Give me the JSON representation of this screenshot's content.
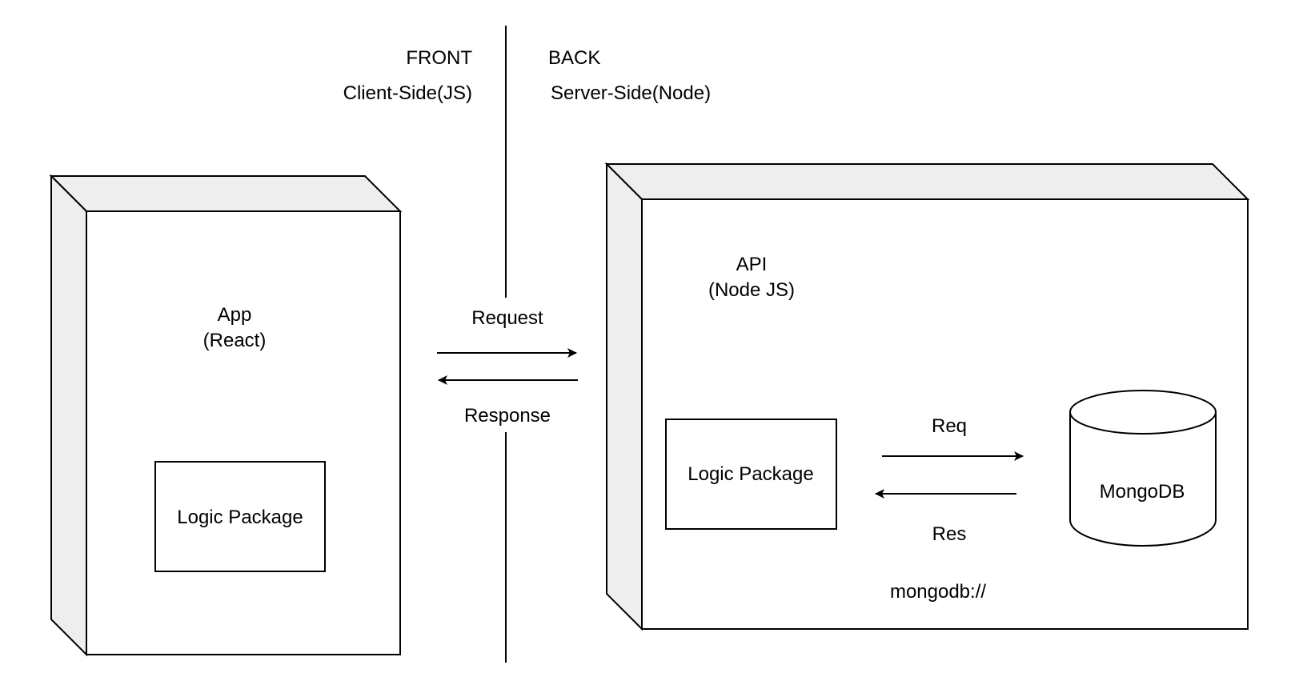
{
  "header": {
    "front_label": "FRONT",
    "back_label": "BACK",
    "client_side_label": "Client-Side(JS)",
    "server_side_label": "Server-Side(Node)"
  },
  "front_node": {
    "title": "App",
    "subtitle": "(React)",
    "logic_package_label": "Logic Package"
  },
  "network": {
    "request_label": "Request",
    "response_label": "Response"
  },
  "back_node": {
    "title": "API",
    "subtitle": "(Node JS)",
    "logic_package_label": "Logic Package",
    "req_label": "Req",
    "res_label": "Res",
    "database_label": "MongoDB",
    "connection_label": "mongodb://"
  },
  "colors": {
    "stroke": "#000000",
    "node_face": "#ffffff",
    "node_side": "#eeeeee"
  }
}
